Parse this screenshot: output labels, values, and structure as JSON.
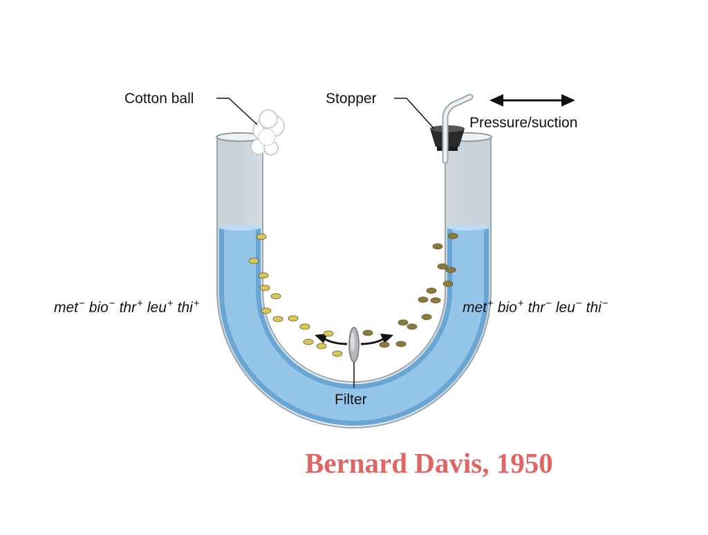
{
  "labels": {
    "cotton_ball": "Cotton ball",
    "stopper": "Stopper",
    "pressure_suction": "Pressure/suction",
    "filter": "Filter"
  },
  "genotype_left": [
    {
      "gene": "met",
      "sign": "−"
    },
    {
      "gene": "bio",
      "sign": "−"
    },
    {
      "gene": "thr",
      "sign": "+"
    },
    {
      "gene": "leu",
      "sign": "+"
    },
    {
      "gene": "thi",
      "sign": "+"
    }
  ],
  "genotype_right": [
    {
      "gene": "met",
      "sign": "+"
    },
    {
      "gene": "bio",
      "sign": "+"
    },
    {
      "gene": "thr",
      "sign": "−"
    },
    {
      "gene": "leu",
      "sign": "−"
    },
    {
      "gene": "thi",
      "sign": "−"
    }
  ],
  "caption": "Bernard Davis, 1950",
  "colors": {
    "medium": "#8ec1e6",
    "glass": "#dfe7ec",
    "cells_left": "#d8c75a",
    "cells_right": "#8a7a3e",
    "stopper": "#2a2a2a",
    "caption": "#e06666"
  }
}
